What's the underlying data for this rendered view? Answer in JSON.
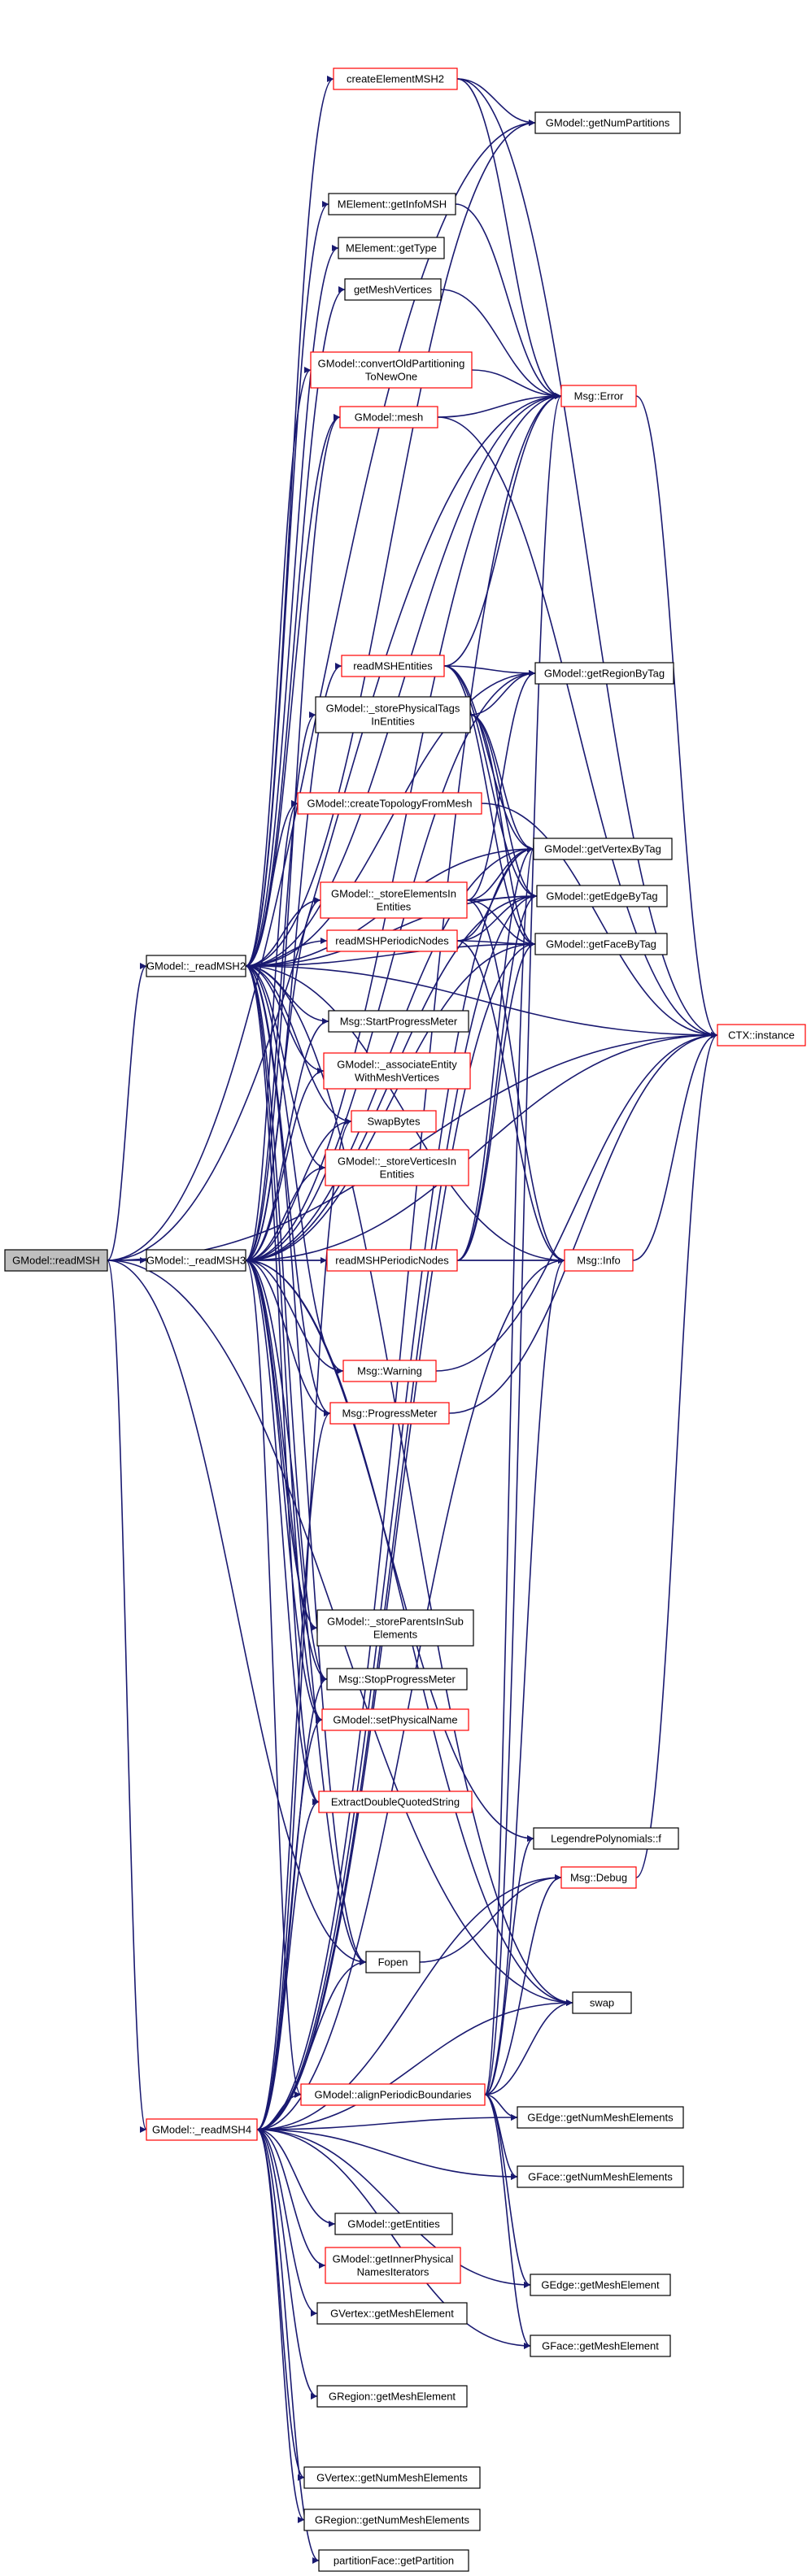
{
  "colors": {
    "edge": "#191970",
    "border_black": "#000000",
    "border_red": "#ff0000",
    "fill_root": "#bfbfbf",
    "fill_default": "#ffffff"
  },
  "nodes": [
    {
      "id": "GModel_readMSH",
      "lines": [
        "GModel::readMSH"
      ],
      "style": "root"
    },
    {
      "id": "GModel_readMSH2",
      "lines": [
        "GModel::_readMSH2"
      ],
      "style": "black"
    },
    {
      "id": "GModel_readMSH3",
      "lines": [
        "GModel::_readMSH3"
      ],
      "style": "black"
    },
    {
      "id": "GModel_readMSH4",
      "lines": [
        "GModel::_readMSH4"
      ],
      "style": "red"
    },
    {
      "id": "createElementMSH2",
      "lines": [
        "createElementMSH2"
      ],
      "style": "red"
    },
    {
      "id": "getNumPartitions",
      "lines": [
        "GModel::getNumPartitions"
      ],
      "style": "black"
    },
    {
      "id": "getInfoMSH",
      "lines": [
        "MElement::getInfoMSH"
      ],
      "style": "black"
    },
    {
      "id": "getType",
      "lines": [
        "MElement::getType"
      ],
      "style": "black"
    },
    {
      "id": "getMeshVertices",
      "lines": [
        "getMeshVertices"
      ],
      "style": "black"
    },
    {
      "id": "convertOldPartitioning",
      "lines": [
        "GModel::convertOldPartitioning",
        "ToNewOne"
      ],
      "style": "red"
    },
    {
      "id": "GModel_mesh",
      "lines": [
        "GModel::mesh"
      ],
      "style": "red"
    },
    {
      "id": "Msg_Error",
      "lines": [
        "Msg::Error"
      ],
      "style": "red"
    },
    {
      "id": "readMSHEntities",
      "lines": [
        "readMSHEntities"
      ],
      "style": "red"
    },
    {
      "id": "getRegionByTag",
      "lines": [
        "GModel::getRegionByTag"
      ],
      "style": "black"
    },
    {
      "id": "storePhysicalTags",
      "lines": [
        "GModel::_storePhysicalTags",
        "InEntities"
      ],
      "style": "black"
    },
    {
      "id": "createTopologyFromMesh",
      "lines": [
        "GModel::createTopologyFromMesh"
      ],
      "style": "red"
    },
    {
      "id": "getVertexByTag",
      "lines": [
        "GModel::getVertexByTag"
      ],
      "style": "black"
    },
    {
      "id": "storeElementsIn",
      "lines": [
        "GModel::_storeElementsIn",
        "Entities"
      ],
      "style": "red"
    },
    {
      "id": "getEdgeByTag",
      "lines": [
        "GModel::getEdgeByTag"
      ],
      "style": "black"
    },
    {
      "id": "readMSHPeriodicNodes_a",
      "lines": [
        "readMSHPeriodicNodes"
      ],
      "style": "red"
    },
    {
      "id": "getFaceByTag",
      "lines": [
        "GModel::getFaceByTag"
      ],
      "style": "black"
    },
    {
      "id": "CTX_instance",
      "lines": [
        "CTX::instance"
      ],
      "style": "red"
    },
    {
      "id": "StartProgressMeter",
      "lines": [
        "Msg::StartProgressMeter"
      ],
      "style": "black"
    },
    {
      "id": "associateEntity",
      "lines": [
        "GModel::_associateEntity",
        "WithMeshVertices"
      ],
      "style": "red"
    },
    {
      "id": "SwapBytes",
      "lines": [
        "SwapBytes"
      ],
      "style": "red"
    },
    {
      "id": "storeVerticesIn",
      "lines": [
        "GModel::_storeVerticesIn",
        "Entities"
      ],
      "style": "red"
    },
    {
      "id": "readMSHPeriodicNodes_b",
      "lines": [
        "readMSHPeriodicNodes"
      ],
      "style": "red"
    },
    {
      "id": "Msg_Info",
      "lines": [
        "Msg::Info"
      ],
      "style": "red"
    },
    {
      "id": "Msg_Warning",
      "lines": [
        "Msg::Warning"
      ],
      "style": "red"
    },
    {
      "id": "Msg_ProgressMeter",
      "lines": [
        "Msg::ProgressMeter"
      ],
      "style": "red"
    },
    {
      "id": "storeParentsInSub",
      "lines": [
        "GModel::_storeParentsInSub",
        "Elements"
      ],
      "style": "black"
    },
    {
      "id": "StopProgressMeter",
      "lines": [
        "Msg::StopProgressMeter"
      ],
      "style": "black"
    },
    {
      "id": "setPhysicalName",
      "lines": [
        "GModel::setPhysicalName"
      ],
      "style": "red"
    },
    {
      "id": "ExtractDoubleQuotedString",
      "lines": [
        "ExtractDoubleQuotedString"
      ],
      "style": "red"
    },
    {
      "id": "LegendrePolynomials_f",
      "lines": [
        "LegendrePolynomials::f"
      ],
      "style": "black"
    },
    {
      "id": "Msg_Debug",
      "lines": [
        "Msg::Debug"
      ],
      "style": "red"
    },
    {
      "id": "Fopen",
      "lines": [
        "Fopen"
      ],
      "style": "black"
    },
    {
      "id": "swap",
      "lines": [
        "swap"
      ],
      "style": "black"
    },
    {
      "id": "alignPeriodicBoundaries",
      "lines": [
        "GModel::alignPeriodicBoundaries"
      ],
      "style": "red"
    },
    {
      "id": "GEdge_getNumMeshElements",
      "lines": [
        "GEdge::getNumMeshElements"
      ],
      "style": "black"
    },
    {
      "id": "GFace_getNumMeshElements",
      "lines": [
        "GFace::getNumMeshElements"
      ],
      "style": "black"
    },
    {
      "id": "GModel_getEntities",
      "lines": [
        "GModel::getEntities"
      ],
      "style": "black"
    },
    {
      "id": "getInnerPhysicalNamesIterators",
      "lines": [
        "GModel::getInnerPhysical",
        "NamesIterators"
      ],
      "style": "red"
    },
    {
      "id": "GEdge_getMeshElement",
      "lines": [
        "GEdge::getMeshElement"
      ],
      "style": "black"
    },
    {
      "id": "GVertex_getMeshElement",
      "lines": [
        "GVertex::getMeshElement"
      ],
      "style": "black"
    },
    {
      "id": "GFace_getMeshElement",
      "lines": [
        "GFace::getMeshElement"
      ],
      "style": "black"
    },
    {
      "id": "GRegion_getMeshElement",
      "lines": [
        "GRegion::getMeshElement"
      ],
      "style": "black"
    },
    {
      "id": "GVertex_getNumMeshElements",
      "lines": [
        "GVertex::getNumMeshElements"
      ],
      "style": "black"
    },
    {
      "id": "GRegion_getNumMeshElements",
      "lines": [
        "GRegion::getNumMeshElements"
      ],
      "style": "black"
    },
    {
      "id": "partitionFace_getPartition",
      "lines": [
        "partitionFace::getPartition"
      ],
      "style": "black"
    }
  ],
  "edges": [
    [
      "GModel_readMSH",
      "GModel_readMSH2"
    ],
    [
      "GModel_readMSH",
      "GModel_readMSH3"
    ],
    [
      "GModel_readMSH",
      "GModel_readMSH4"
    ],
    [
      "GModel_readMSH",
      "Fopen"
    ],
    [
      "GModel_readMSH",
      "Msg_Error"
    ],
    [
      "GModel_readMSH",
      "getNumPartitions"
    ],
    [
      "GModel_readMSH",
      "CTX_instance"
    ],
    [
      "GModel_readMSH",
      "swap"
    ],
    [
      "GModel_readMSH2",
      "createElementMSH2"
    ],
    [
      "GModel_readMSH2",
      "getNumPartitions"
    ],
    [
      "GModel_readMSH2",
      "getInfoMSH"
    ],
    [
      "GModel_readMSH2",
      "getType"
    ],
    [
      "GModel_readMSH2",
      "getMeshVertices"
    ],
    [
      "GModel_readMSH2",
      "convertOldPartitioning"
    ],
    [
      "GModel_readMSH2",
      "GModel_mesh"
    ],
    [
      "GModel_readMSH2",
      "Msg_Error"
    ],
    [
      "GModel_readMSH2",
      "getRegionByTag"
    ],
    [
      "GModel_readMSH2",
      "createTopologyFromMesh"
    ],
    [
      "GModel_readMSH2",
      "getVertexByTag"
    ],
    [
      "GModel_readMSH2",
      "storeElementsIn"
    ],
    [
      "GModel_readMSH2",
      "getEdgeByTag"
    ],
    [
      "GModel_readMSH2",
      "readMSHPeriodicNodes_a"
    ],
    [
      "GModel_readMSH2",
      "getFaceByTag"
    ],
    [
      "GModel_readMSH2",
      "StartProgressMeter"
    ],
    [
      "GModel_readMSH2",
      "associateEntity"
    ],
    [
      "GModel_readMSH2",
      "SwapBytes"
    ],
    [
      "GModel_readMSH2",
      "storeVerticesIn"
    ],
    [
      "GModel_readMSH2",
      "Msg_Info"
    ],
    [
      "GModel_readMSH2",
      "Msg_Warning"
    ],
    [
      "GModel_readMSH2",
      "Msg_ProgressMeter"
    ],
    [
      "GModel_readMSH2",
      "StopProgressMeter"
    ],
    [
      "GModel_readMSH2",
      "setPhysicalName"
    ],
    [
      "GModel_readMSH2",
      "ExtractDoubleQuotedString"
    ],
    [
      "GModel_readMSH2",
      "Fopen"
    ],
    [
      "GModel_readMSH2",
      "CTX_instance"
    ],
    [
      "GModel_readMSH2",
      "swap"
    ],
    [
      "GModel_readMSH3",
      "GModel_mesh"
    ],
    [
      "GModel_readMSH3",
      "Msg_Error"
    ],
    [
      "GModel_readMSH3",
      "readMSHEntities"
    ],
    [
      "GModel_readMSH3",
      "getRegionByTag"
    ],
    [
      "GModel_readMSH3",
      "storePhysicalTags"
    ],
    [
      "GModel_readMSH3",
      "createTopologyFromMesh"
    ],
    [
      "GModel_readMSH3",
      "getVertexByTag"
    ],
    [
      "GModel_readMSH3",
      "storeElementsIn"
    ],
    [
      "GModel_readMSH3",
      "getEdgeByTag"
    ],
    [
      "GModel_readMSH3",
      "getFaceByTag"
    ],
    [
      "GModel_readMSH3",
      "StartProgressMeter"
    ],
    [
      "GModel_readMSH3",
      "associateEntity"
    ],
    [
      "GModel_readMSH3",
      "SwapBytes"
    ],
    [
      "GModel_readMSH3",
      "storeVerticesIn"
    ],
    [
      "GModel_readMSH3",
      "readMSHPeriodicNodes_b"
    ],
    [
      "GModel_readMSH3",
      "Msg_Info"
    ],
    [
      "GModel_readMSH3",
      "Msg_Warning"
    ],
    [
      "GModel_readMSH3",
      "Msg_ProgressMeter"
    ],
    [
      "GModel_readMSH3",
      "storeParentsInSub"
    ],
    [
      "GModel_readMSH3",
      "StopProgressMeter"
    ],
    [
      "GModel_readMSH3",
      "setPhysicalName"
    ],
    [
      "GModel_readMSH3",
      "ExtractDoubleQuotedString"
    ],
    [
      "GModel_readMSH3",
      "LegendrePolynomials_f"
    ],
    [
      "GModel_readMSH3",
      "Fopen"
    ],
    [
      "GModel_readMSH3",
      "swap"
    ],
    [
      "GModel_readMSH3",
      "CTX_instance"
    ],
    [
      "GModel_readMSH3",
      "alignPeriodicBoundaries"
    ],
    [
      "GModel_readMSH4",
      "Msg_Error"
    ],
    [
      "GModel_readMSH4",
      "getVertexByTag"
    ],
    [
      "GModel_readMSH4",
      "getEdgeByTag"
    ],
    [
      "GModel_readMSH4",
      "getFaceByTag"
    ],
    [
      "GModel_readMSH4",
      "SwapBytes"
    ],
    [
      "GModel_readMSH4",
      "Msg_Info"
    ],
    [
      "GModel_readMSH4",
      "Msg_ProgressMeter"
    ],
    [
      "GModel_readMSH4",
      "StopProgressMeter"
    ],
    [
      "GModel_readMSH4",
      "setPhysicalName"
    ],
    [
      "GModel_readMSH4",
      "ExtractDoubleQuotedString"
    ],
    [
      "GModel_readMSH4",
      "Msg_Debug"
    ],
    [
      "GModel_readMSH4",
      "Fopen"
    ],
    [
      "GModel_readMSH4",
      "swap"
    ],
    [
      "GModel_readMSH4",
      "alignPeriodicBoundaries"
    ],
    [
      "GModel_readMSH4",
      "GEdge_getNumMeshElements"
    ],
    [
      "GModel_readMSH4",
      "GFace_getNumMeshElements"
    ],
    [
      "GModel_readMSH4",
      "GModel_getEntities"
    ],
    [
      "GModel_readMSH4",
      "getInnerPhysicalNamesIterators"
    ],
    [
      "GModel_readMSH4",
      "GEdge_getMeshElement"
    ],
    [
      "GModel_readMSH4",
      "GVertex_getMeshElement"
    ],
    [
      "GModel_readMSH4",
      "GFace_getMeshElement"
    ],
    [
      "GModel_readMSH4",
      "GRegion_getMeshElement"
    ],
    [
      "GModel_readMSH4",
      "GVertex_getNumMeshElements"
    ],
    [
      "GModel_readMSH4",
      "GRegion_getNumMeshElements"
    ],
    [
      "GModel_readMSH4",
      "partitionFace_getPartition"
    ],
    [
      "createElementMSH2",
      "getNumPartitions"
    ],
    [
      "createElementMSH2",
      "Msg_Error"
    ],
    [
      "createElementMSH2",
      "CTX_instance"
    ],
    [
      "getInfoMSH",
      "Msg_Error"
    ],
    [
      "getMeshVertices",
      "Msg_Error"
    ],
    [
      "convertOldPartitioning",
      "Msg_Error"
    ],
    [
      "GModel_mesh",
      "Msg_Error"
    ],
    [
      "GModel_mesh",
      "CTX_instance"
    ],
    [
      "Msg_Error",
      "CTX_instance"
    ],
    [
      "readMSHEntities",
      "Msg_Error"
    ],
    [
      "readMSHEntities",
      "getRegionByTag"
    ],
    [
      "readMSHEntities",
      "getVertexByTag"
    ],
    [
      "readMSHEntities",
      "getEdgeByTag"
    ],
    [
      "readMSHEntities",
      "getFaceByTag"
    ],
    [
      "storePhysicalTags",
      "getRegionByTag"
    ],
    [
      "storePhysicalTags",
      "getVertexByTag"
    ],
    [
      "storePhysicalTags",
      "getEdgeByTag"
    ],
    [
      "storePhysicalTags",
      "getFaceByTag"
    ],
    [
      "createTopologyFromMesh",
      "CTX_instance"
    ],
    [
      "storeElementsIn",
      "getRegionByTag"
    ],
    [
      "storeElementsIn",
      "getVertexByTag"
    ],
    [
      "storeElementsIn",
      "getEdgeByTag"
    ],
    [
      "storeElementsIn",
      "getFaceByTag"
    ],
    [
      "storeElementsIn",
      "Msg_Info"
    ],
    [
      "readMSHPeriodicNodes_a",
      "getVertexByTag"
    ],
    [
      "readMSHPeriodicNodes_a",
      "getEdgeByTag"
    ],
    [
      "readMSHPeriodicNodes_a",
      "getFaceByTag"
    ],
    [
      "readMSHPeriodicNodes_a",
      "Msg_Info"
    ],
    [
      "readMSHPeriodicNodes_b",
      "getVertexByTag"
    ],
    [
      "readMSHPeriodicNodes_b",
      "getEdgeByTag"
    ],
    [
      "readMSHPeriodicNodes_b",
      "getFaceByTag"
    ],
    [
      "readMSHPeriodicNodes_b",
      "Msg_Info"
    ],
    [
      "Msg_Info",
      "CTX_instance"
    ],
    [
      "Msg_Warning",
      "CTX_instance"
    ],
    [
      "Msg_ProgressMeter",
      "CTX_instance"
    ],
    [
      "Msg_Debug",
      "CTX_instance"
    ],
    [
      "Fopen",
      "Msg_Debug"
    ],
    [
      "alignPeriodicBoundaries",
      "Msg_Info"
    ],
    [
      "alignPeriodicBoundaries",
      "Msg_Debug"
    ],
    [
      "alignPeriodicBoundaries",
      "swap"
    ],
    [
      "alignPeriodicBoundaries",
      "GEdge_getNumMeshElements"
    ],
    [
      "alignPeriodicBoundaries",
      "GFace_getNumMeshElements"
    ],
    [
      "alignPeriodicBoundaries",
      "GEdge_getMeshElement"
    ],
    [
      "alignPeriodicBoundaries",
      "GFace_getMeshElement"
    ],
    [
      "alignPeriodicBoundaries",
      "LegendrePolynomials_f"
    ],
    [
      "alignPeriodicBoundaries",
      "getVertexByTag"
    ],
    [
      "alignPeriodicBoundaries",
      "Msg_Error"
    ]
  ]
}
